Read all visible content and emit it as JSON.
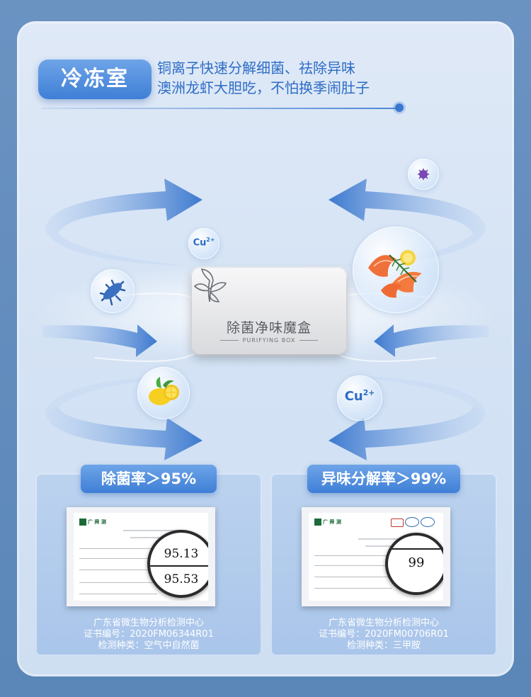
{
  "section": {
    "badge": "冷冻室",
    "headline_line1": "铜离子快速分解细菌、祛除异味",
    "headline_line2": "澳洲龙虾大胆吃，不怕换季闹肚子"
  },
  "product": {
    "title": "除菌净味魔盒",
    "subtitle": "PURIFYING BOX"
  },
  "ion_label": "Cu",
  "ion_charge": "2+",
  "colors": {
    "accent": "#3f7fd6",
    "text_blue": "#2d6cc6",
    "panel": "#b4cdee"
  },
  "panels": [
    {
      "tag": "除菌率＞95%",
      "cert_org": "广 舜 测",
      "magnified_values": [
        "95.13",
        "95.53"
      ],
      "caption_lines": [
        "广东省微生物分析检测中心",
        "证书编号：2020FM06344R01",
        "检测种类：空气中自然菌"
      ]
    },
    {
      "tag": "异味分解率＞99%",
      "cert_org": "广 舜 测",
      "magnified_values": [
        "99"
      ],
      "caption_lines": [
        "广东省微生物分析检测中心",
        "证书编号：2020FM00706R01",
        "检测种类：三甲胺"
      ]
    }
  ]
}
